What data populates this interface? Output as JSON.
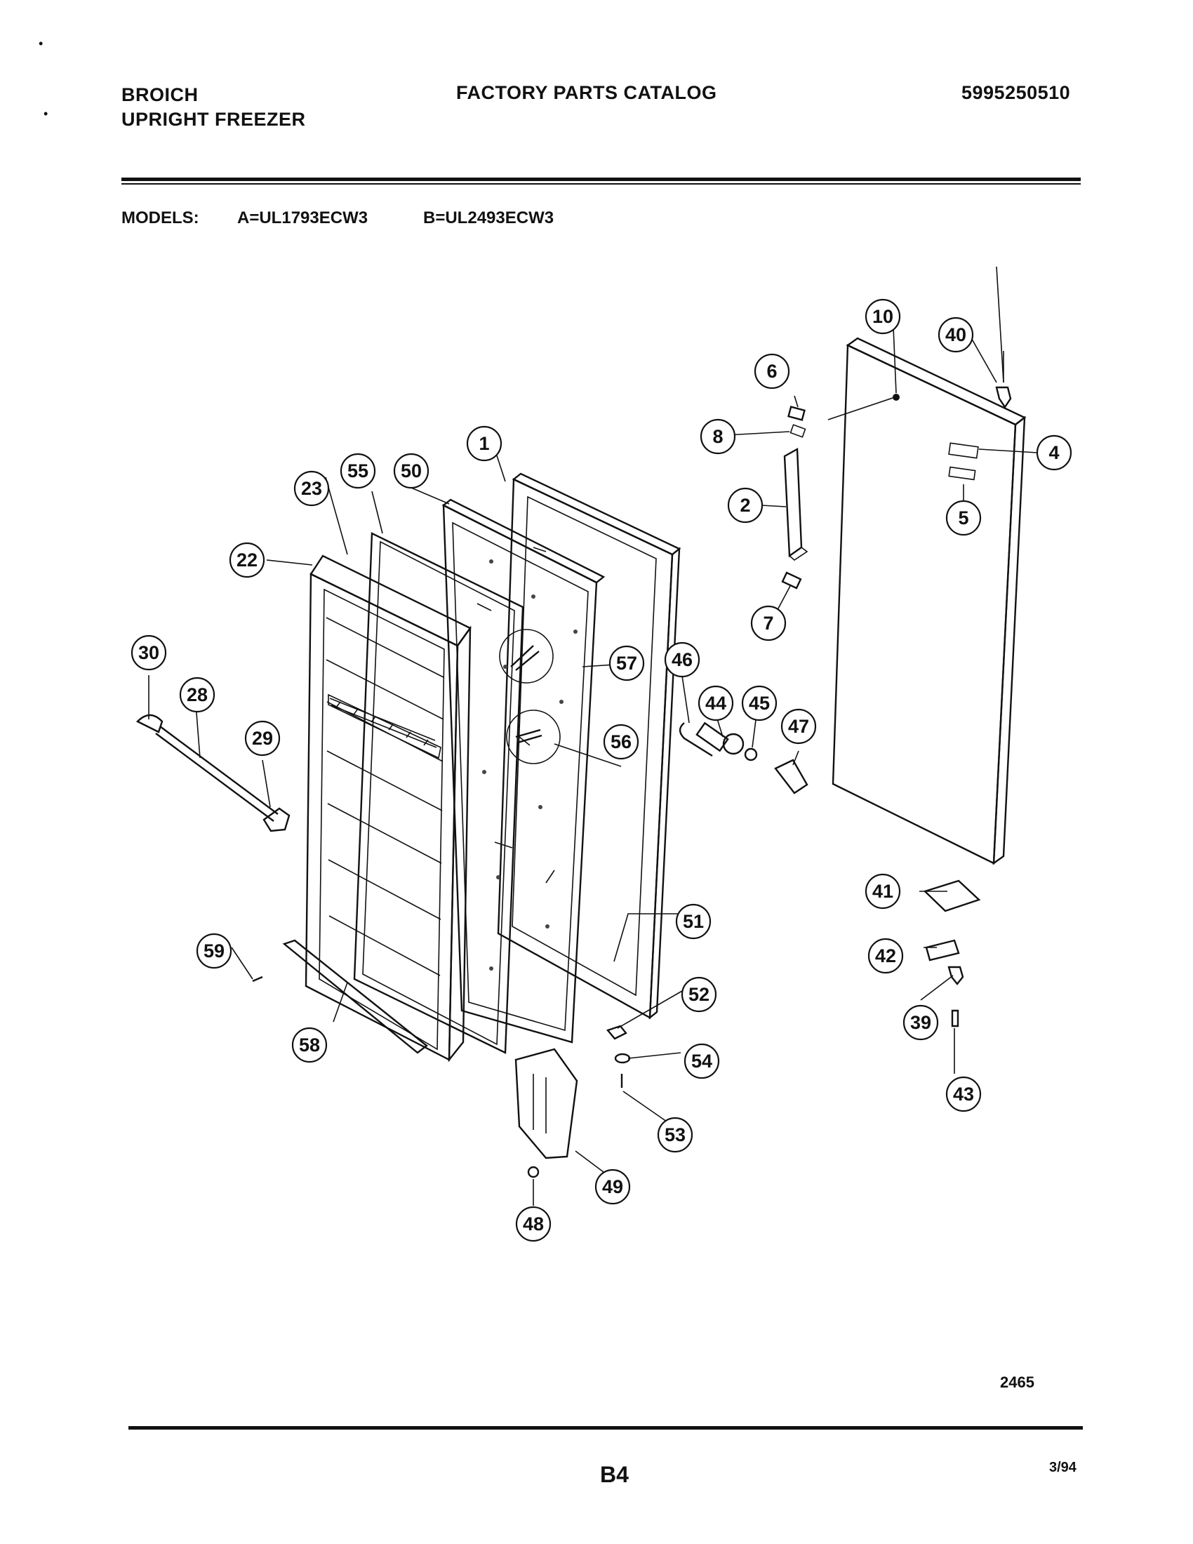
{
  "header": {
    "brand": "BROICH",
    "product": "UPRIGHT FREEZER",
    "catalog_title": "FACTORY PARTS CATALOG",
    "catalog_number": "5995250510"
  },
  "models": {
    "label": "MODELS:",
    "model_a": "A=UL1793ECW3",
    "model_b": "B=UL2493ECW3"
  },
  "callouts": [
    "1",
    "2",
    "4",
    "5",
    "6",
    "7",
    "8",
    "10",
    "22",
    "23",
    "28",
    "29",
    "30",
    "39",
    "40",
    "41",
    "42",
    "43",
    "44",
    "45",
    "46",
    "47",
    "48",
    "49",
    "50",
    "51",
    "52",
    "53",
    "54",
    "55",
    "56",
    "57",
    "58",
    "59"
  ],
  "footer": {
    "drawing_number": "2465",
    "page": "B4",
    "date": "3/94"
  }
}
